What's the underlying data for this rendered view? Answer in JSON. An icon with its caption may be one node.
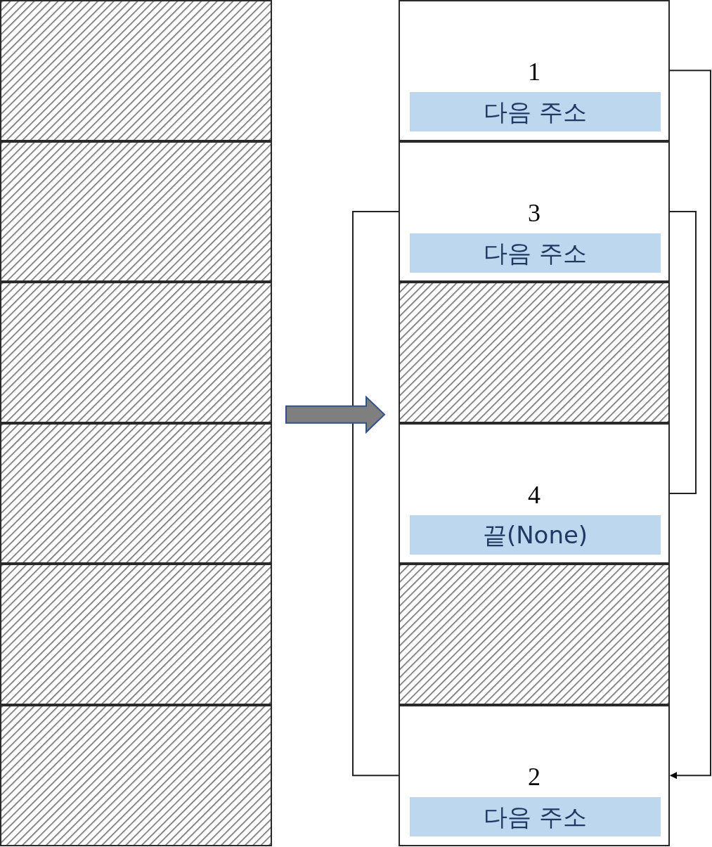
{
  "diagram": {
    "nodes": [
      {
        "text": [],
        "shape": "box"
      },
      {
        "text": [],
        "shape": "box"
      },
      {
        "text": [],
        "shape": "box"
      },
      {
        "text": [],
        "shape": "box"
      },
      {
        "text": [],
        "shape": "box"
      },
      {
        "text": [],
        "shape": "box"
      },
      {
        "text": [
          "1",
          "다음 주소"
        ]
      },
      {
        "text": [
          "3",
          "다음 주소"
        ]
      },
      {
        "text": [],
        "shape": "box"
      },
      {
        "text": [
          "4",
          "끝(None)"
        ]
      },
      {
        "text": [],
        "shape": "box"
      },
      {
        "text": [
          "2",
          "다음 주소"
        ]
      }
    ],
    "edges": [
      {
        "from": 6,
        "to": 11,
        "arrow": "to"
      },
      {
        "from": 11,
        "to": 7,
        "arrow": "none"
      },
      {
        "from": 7,
        "to": 9,
        "arrow": "none"
      },
      {
        "from": 2,
        "to": 8,
        "arrow": "to",
        "style": "thick"
      }
    ]
  }
}
